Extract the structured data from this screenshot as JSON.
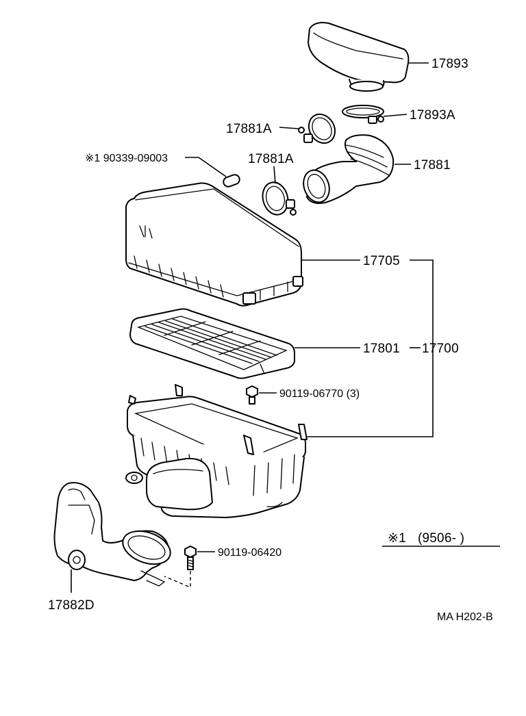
{
  "parts": {
    "p17893": "17893",
    "p17893A": "17893A",
    "p17881A_upper": "17881A",
    "p17881A_lower": "17881A",
    "p17881": "17881",
    "p90339": "※1 90339-09003",
    "p17705": "17705",
    "p17801": "17801",
    "p17700": "17700",
    "p90119_06770": "90119-06770 (3)",
    "p90119_06420": "90119-06420",
    "p17882D": "17882D"
  },
  "note": {
    "marker": "※1",
    "range": "(9506-        )"
  },
  "figure_code": "MA H202-B"
}
